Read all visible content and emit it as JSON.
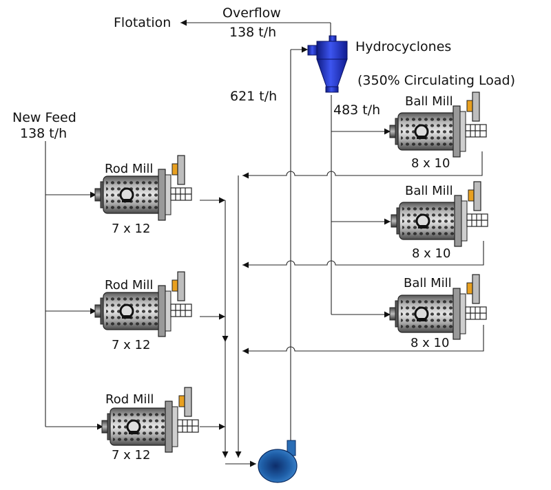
{
  "labels": {
    "flotation": "Flotation",
    "overflow": "Overflow",
    "overflow_rate": "138 t/h",
    "hydrocyclones": "Hydrocyclones",
    "circulating": "(350% Circulating Load)",
    "underflow_rate": "621 t/h",
    "ballmill_feed_rate": "483 t/h",
    "new_feed": "New Feed",
    "new_feed_rate": "138 t/h"
  },
  "rod_mills": [
    {
      "name": "Rod Mill",
      "size": "7 x 12"
    },
    {
      "name": "Rod Mill",
      "size": "7 x 12"
    },
    {
      "name": "Rod Mill",
      "size": "7 x 12"
    }
  ],
  "ball_mills": [
    {
      "name": "Ball Mill",
      "size": "8 x 10"
    },
    {
      "name": "Ball Mill",
      "size": "8 x 10"
    },
    {
      "name": "Ball Mill",
      "size": "8 x 10"
    }
  ],
  "colors": {
    "cyclone": "#2233c8",
    "pump": "#1f5fa8",
    "mill_body": "#8a8a8a",
    "motor": "#e8a020"
  }
}
